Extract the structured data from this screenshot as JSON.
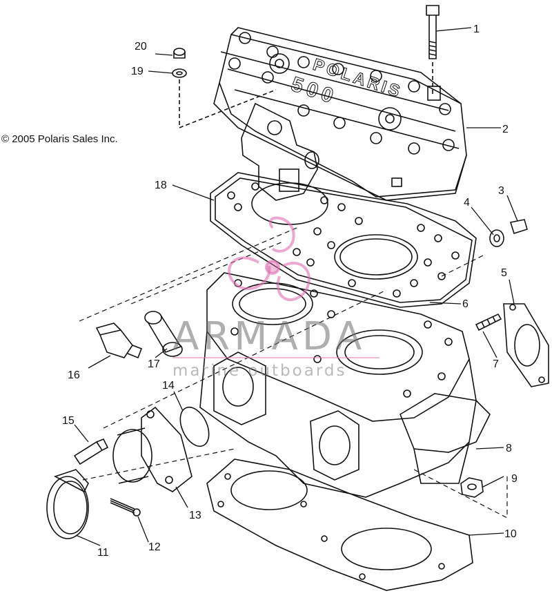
{
  "copyright": "© 2005 Polaris Sales Inc.",
  "watermark": {
    "brand": "ARMADA",
    "tagline": "marine outboards",
    "logo_color": "#e070b0"
  },
  "engraving": {
    "brand": "POLARIS",
    "model": "500"
  },
  "callouts": [
    "1",
    "2",
    "3",
    "4",
    "5",
    "6",
    "7",
    "8",
    "9",
    "10",
    "11",
    "12",
    "13",
    "14",
    "15",
    "16",
    "17",
    "18",
    "19",
    "20"
  ],
  "colors": {
    "line": "#111111",
    "background": "#ffffff"
  }
}
